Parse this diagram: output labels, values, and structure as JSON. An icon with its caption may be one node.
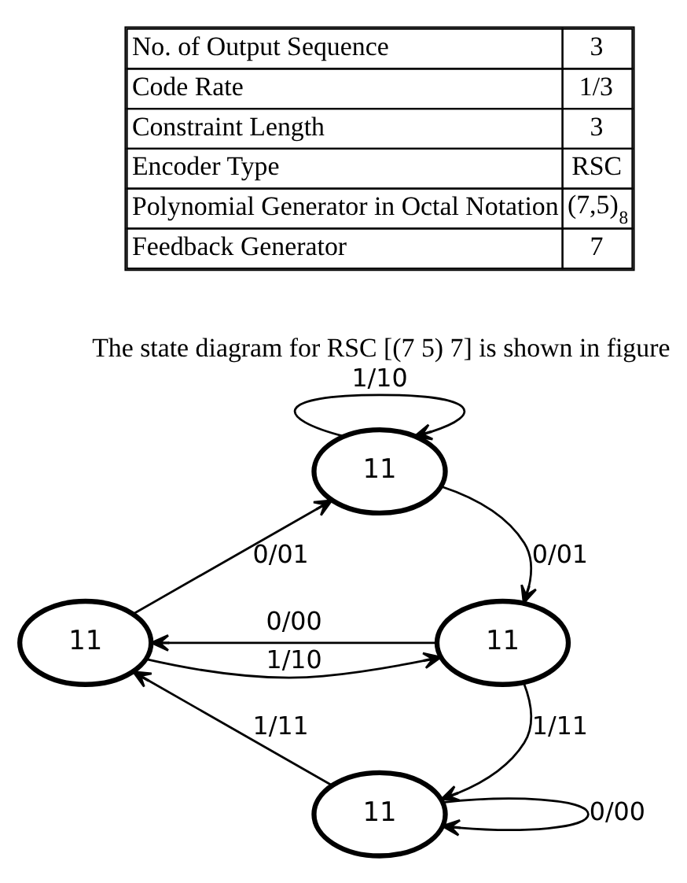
{
  "diagram": {
    "nodes": [
      {
        "text": [
          "11"
        ]
      },
      {
        "text": [
          "11"
        ]
      },
      {
        "text": [
          "11"
        ]
      },
      {
        "text": [
          "11"
        ]
      }
    ],
    "edges": [
      {
        "from": 0,
        "to": 0,
        "arrow": "to",
        "label": "1/10"
      },
      {
        "from": 1,
        "to": 0,
        "arrow": "to",
        "label": "0/01"
      },
      {
        "from": 0,
        "to": 2,
        "arrow": "to",
        "label": "0/01"
      },
      {
        "from": 2,
        "to": 1,
        "arrow": "to",
        "label": "0/00"
      },
      {
        "from": 1,
        "to": 2,
        "arrow": "to",
        "label": "1/10"
      },
      {
        "from": 3,
        "to": 1,
        "arrow": "to",
        "label": "1/11"
      },
      {
        "from": 2,
        "to": 3,
        "arrow": "to",
        "label": "1/11"
      },
      {
        "from": 3,
        "to": 3,
        "arrow": "to",
        "label": "0/00"
      }
    ],
    "labels": [
      "No. of Output Sequence",
      "3",
      "Code Rate",
      "1/3",
      "Constraint Length",
      "3",
      "Encoder Type",
      "RSC",
      "Polynomial Generator in Octal Notation",
      "(7,5)$_{8}$",
      "Feedback Generator",
      "7",
      "The state diagram for RSC [(7 5) 7] is shown in figure"
    ]
  }
}
